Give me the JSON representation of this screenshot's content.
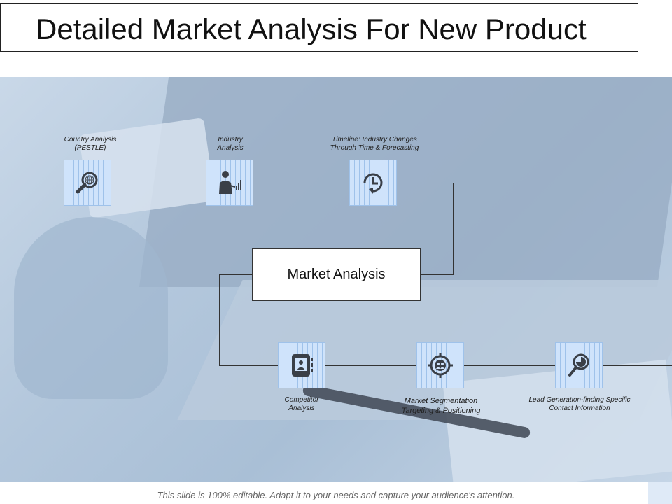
{
  "title": "Detailed Market Analysis For New Product",
  "center": "Market Analysis",
  "nodes": {
    "country": "Country Analysis\n(PESTLE)",
    "industry": "Industry\nAnalysis",
    "timeline": "Timeline: Industry Changes\nThrough Time & Forecasting",
    "competitor": "Competitor\nAnalysis",
    "segmentation": "Market Segmentation\nTargeting & Positioning",
    "lead": "Lead Generation-finding Specific\nContact Information"
  },
  "icons": {
    "country": "globe-magnifier-icon",
    "industry": "businessman-chart-icon",
    "timeline": "clock-cycle-icon",
    "competitor": "contact-book-icon",
    "segmentation": "target-group-icon",
    "lead": "pie-magnifier-icon"
  },
  "footer": "This slide is 100% editable. Adapt it to your needs and capture your audience's attention.",
  "colors": {
    "icon_box": "#cfe3fb",
    "icon": "#3a3f47",
    "line": "#333333"
  }
}
